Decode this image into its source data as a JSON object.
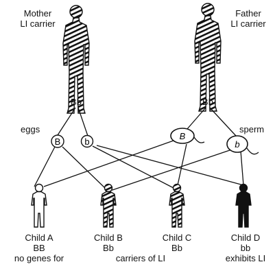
{
  "parents": {
    "mother": {
      "name": "Mother",
      "status": "LI carrier",
      "genotype": "Bb"
    },
    "father": {
      "name": "Father",
      "status": "LI carrier",
      "genotype": "Bb"
    }
  },
  "gametes": {
    "eggs_label": "eggs",
    "sperm_label": "sperm",
    "eggs": [
      "B",
      "b"
    ],
    "sperm": [
      "B",
      "b"
    ]
  },
  "children": [
    {
      "name": "Child A",
      "genotype": "BB",
      "note": "no genes for"
    },
    {
      "name": "Child B",
      "genotype": "Bb",
      "note": ""
    },
    {
      "name": "Child C",
      "genotype": "Bb",
      "note": ""
    },
    {
      "name": "Child D",
      "genotype": "bb",
      "note": "exhibits LI"
    }
  ],
  "group_note": "carriers of LI",
  "colors": {
    "ink": "#111111",
    "background": "#ffffff"
  }
}
